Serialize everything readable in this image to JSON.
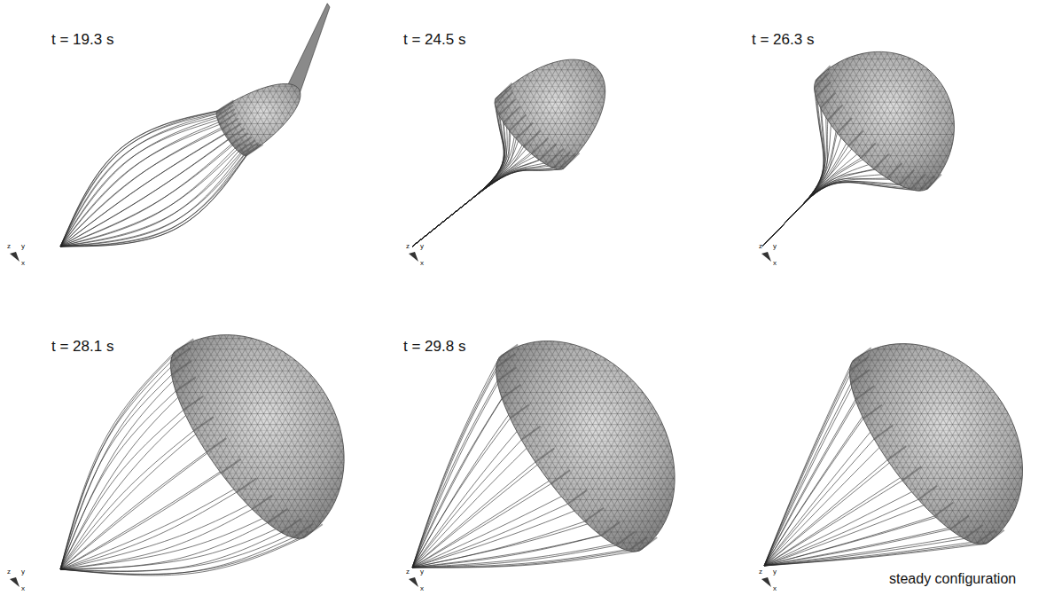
{
  "diagram": {
    "labels": [
      "t = 19.3 s",
      "z",
      "y",
      "x",
      "t = 24.5 s",
      "z",
      "y",
      "x",
      "t = 26.3 s",
      "z",
      "y",
      "x",
      "t = 28.1 s",
      "z",
      "y",
      "x",
      "t = 29.8 s",
      "z",
      "y",
      "x",
      "z",
      "y",
      "x",
      "steady configuration"
    ]
  }
}
